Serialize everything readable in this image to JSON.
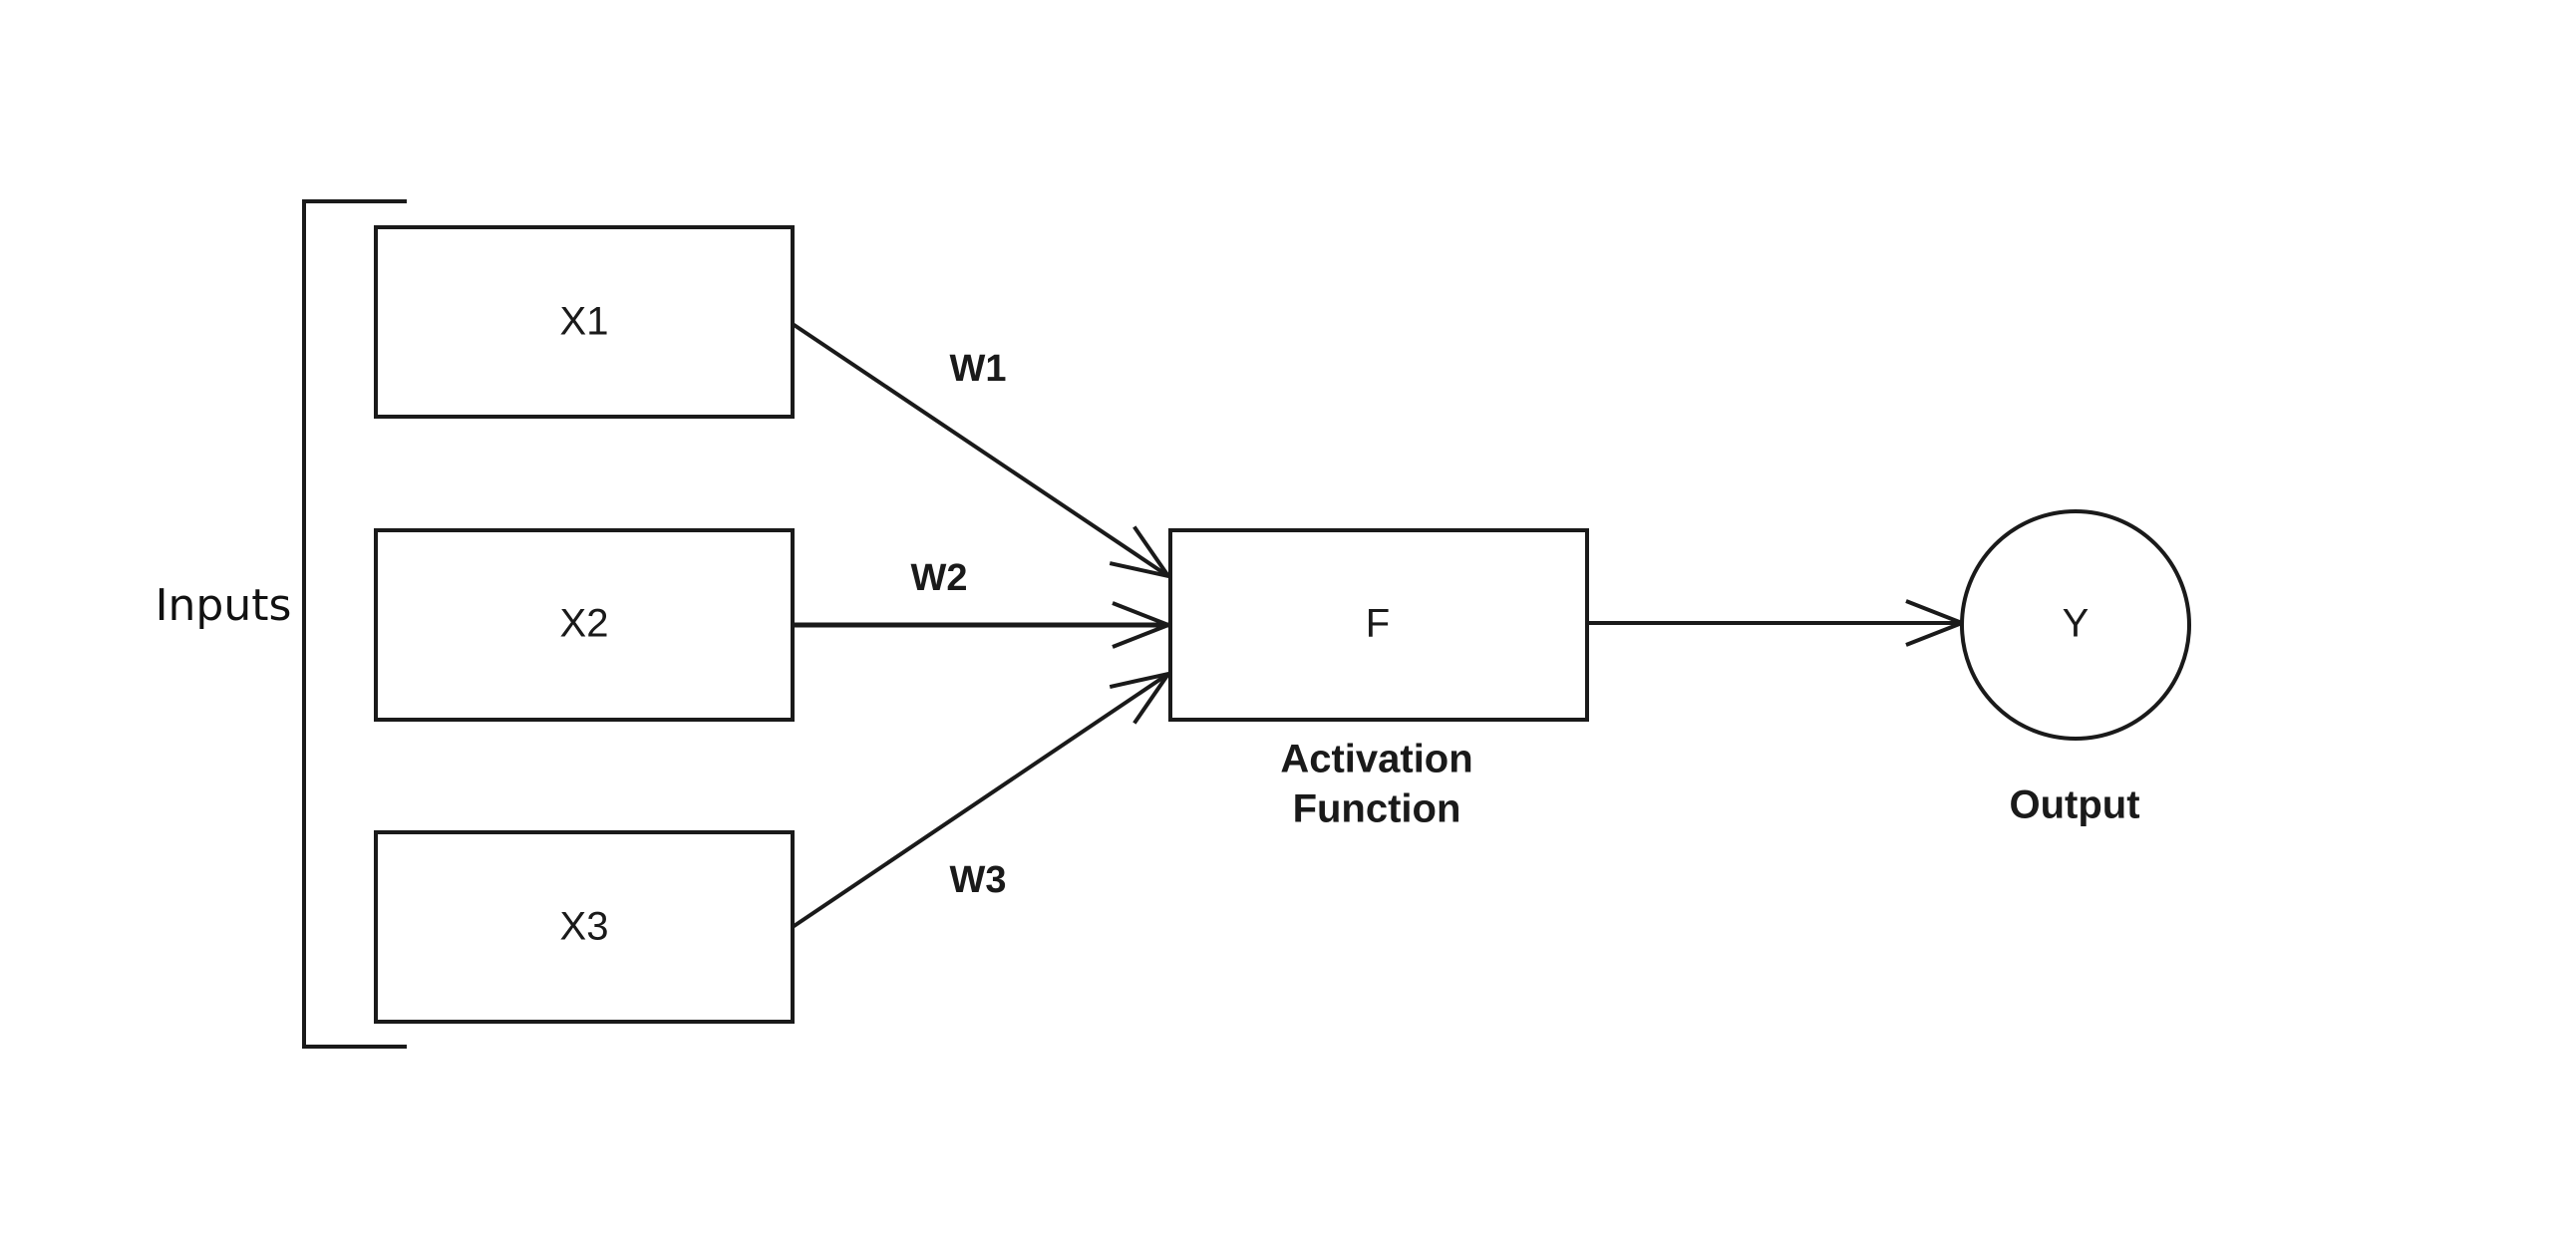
{
  "diagram": {
    "inputs_label": "Inputs",
    "inputs": [
      {
        "label": "X1",
        "weight": "W1"
      },
      {
        "label": "X2",
        "weight": "W2"
      },
      {
        "label": "X3",
        "weight": "W3"
      }
    ],
    "activation": {
      "box_label": "F",
      "caption_line1": "Activation",
      "caption_line2": "Function"
    },
    "output": {
      "node_label": "Y",
      "caption": "Output"
    },
    "colors": {
      "stroke": "#1a1a1a",
      "background": "#ffffff"
    }
  }
}
